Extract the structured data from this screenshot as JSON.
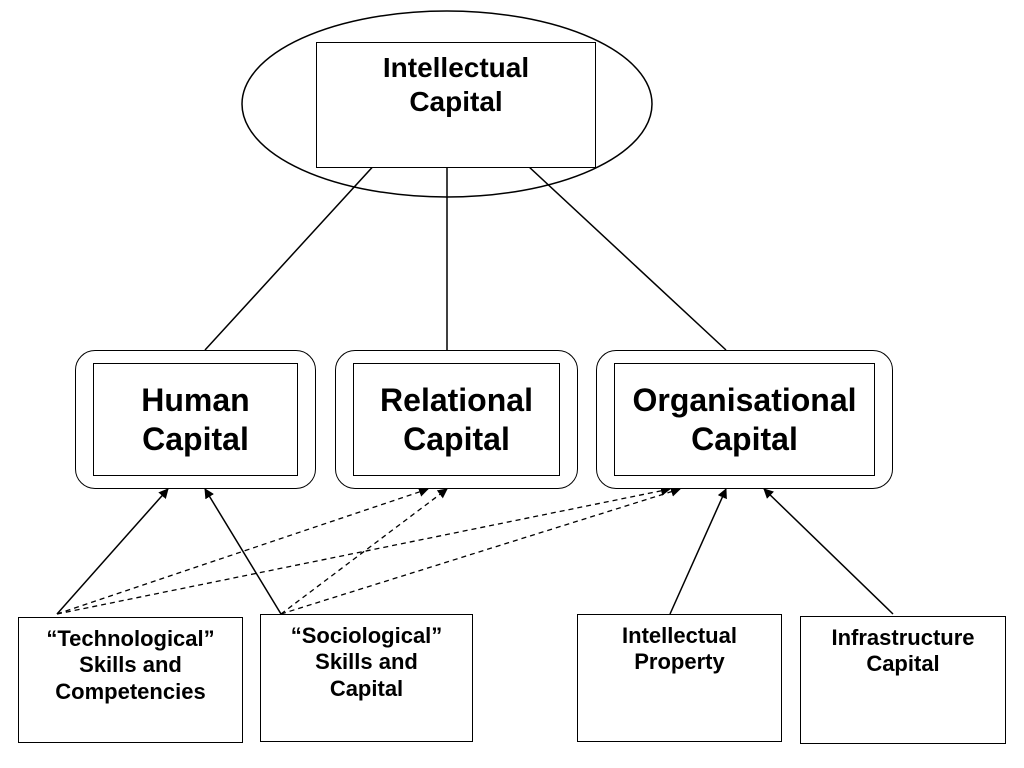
{
  "top": {
    "label": "Intellectual\nCapital"
  },
  "middle": [
    {
      "label": "Human\nCapital"
    },
    {
      "label": "Relational\nCapital"
    },
    {
      "label": "Organisational\nCapital"
    }
  ],
  "bottom": [
    {
      "label": "“Technological”\nSkills and\nCompetencies"
    },
    {
      "label": "“Sociological”\nSkills and\nCapital"
    },
    {
      "label": "Intellectual\nProperty"
    },
    {
      "label": "Infrastructure\nCapital"
    }
  ]
}
